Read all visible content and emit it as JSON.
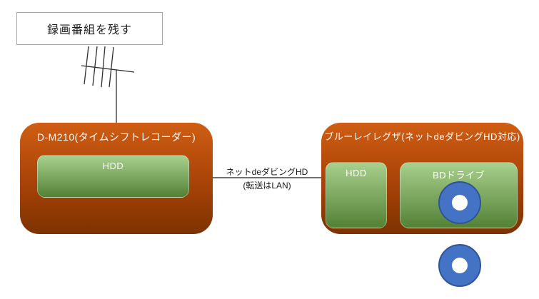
{
  "callout": {
    "label": "録画番組を残す"
  },
  "devices": {
    "dm210": {
      "title": "D-M210(タイムシフトレコーダー)",
      "hdd_label": "HDD"
    },
    "regza": {
      "title": "ブルーレイレグザ(ネットdeダビングHD対応)",
      "hdd_label": "HDD",
      "bd_label": "BDドライブ"
    }
  },
  "connection": {
    "line1": "ネットdeダビングHD",
    "line2": "(転送はLAN)"
  },
  "icons": {
    "antenna": "tv-antenna-icon",
    "disc": "blu-ray-disc-icon",
    "arrow": "dubbing-arrow-icon"
  },
  "colors": {
    "orange-top": "#cf5e13",
    "orange-mid": "#a84208",
    "orange-bottom": "#7d3200",
    "green-top": "#a9d08e",
    "green-bottom": "#538135",
    "disc-blue": "#4472c4",
    "disc-border": "#2f5597",
    "arrow-yellow": "#ffc000",
    "line-color": "#262626",
    "callout-border": "#a6a6a6"
  }
}
